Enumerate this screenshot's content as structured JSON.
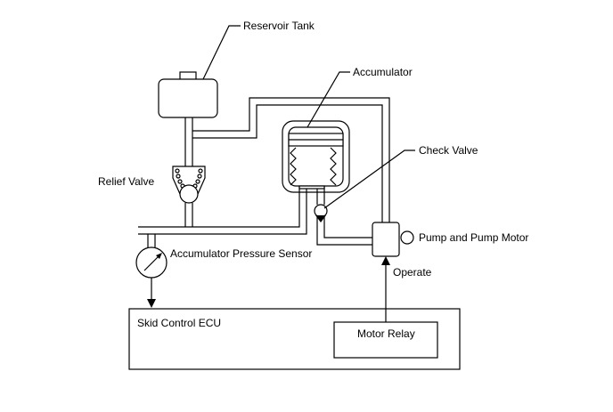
{
  "labels": {
    "reservoir_tank": "Reservoir Tank",
    "accumulator": "Accumulator",
    "check_valve": "Check Valve",
    "relief_valve": "Relief Valve",
    "pump_and_pump_motor": "Pump and Pump Motor",
    "accumulator_pressure_sensor": "Accumulator Pressure Sensor",
    "operate": "Operate",
    "skid_control_ecu": "Skid Control ECU",
    "motor_relay": "Motor Relay"
  }
}
